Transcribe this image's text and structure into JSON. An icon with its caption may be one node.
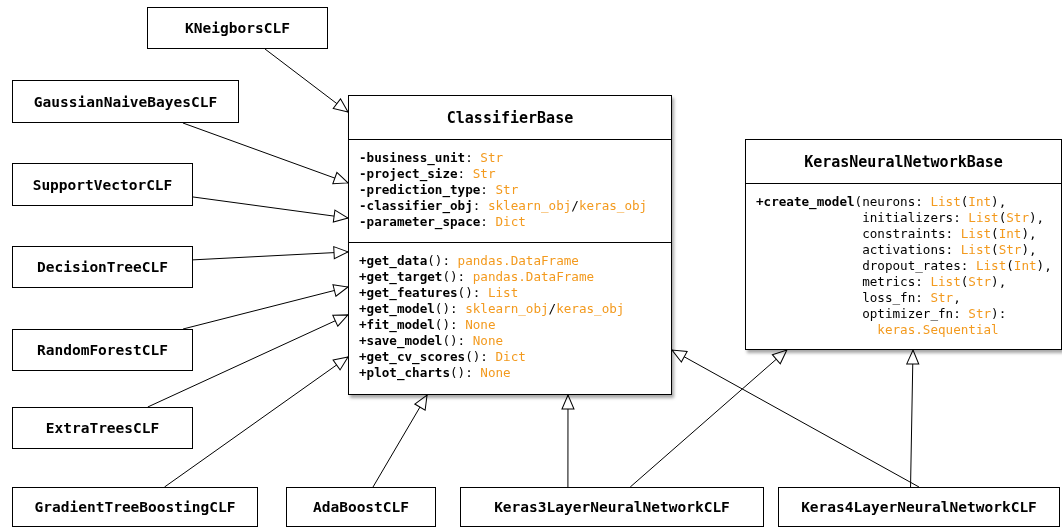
{
  "diagram": {
    "nodes": [
      {
        "text": [
          "KNeigborsCLF"
        ]
      },
      {
        "text": [
          "GaussianNaiveBayesCLF"
        ]
      },
      {
        "text": [
          "ClassifierBase",
          "-business_unit: Str",
          "-project_size: Str",
          "-prediction_type: Str",
          "-classifier_obj: sklearn_obj/keras_obj",
          "-parameter_space: Dict",
          "+get_data(): pandas.DataFrame",
          "+get_target(): pandas.DataFrame",
          "+get_features(): List",
          "+get_model(): sklearn_obj/keras_obj",
          "+fit_model(): None",
          "+save_model(): None",
          "+get_cv_scores(): Dict",
          "+plot_charts(): None"
        ]
      },
      {
        "text": [
          "SupportVectorCLF"
        ]
      },
      {
        "text": [
          "KerasNeuralNetworkBase",
          "+create_model(neurons: List(Int),",
          "initializers: List(Str),",
          "constraints: List(Int),",
          "activations: List(Str),",
          "dropout_rates: List(Int),",
          "metrics: List(Str),",
          "loss_fn: Str,",
          "optimizer_fn: Str):",
          "keras.Sequential"
        ]
      },
      {
        "text": [
          "DecisionTreeCLF"
        ]
      },
      {
        "text": [
          "RandomForestCLF"
        ]
      },
      {
        "text": [
          "ExtraTreesCLF"
        ]
      },
      {
        "text": [
          "GradientTreeBoostingCLF"
        ]
      },
      {
        "text": [
          "AdaBoostCLF"
        ]
      },
      {
        "text": [
          "Keras3LayerNeuralNetworkCLF"
        ]
      },
      {
        "text": [
          "Keras4LayerNeuralNetworkCLF"
        ]
      }
    ],
    "edges": [
      {
        "from": 0,
        "to": 2,
        "arrow": "to"
      },
      {
        "from": 1,
        "to": 2,
        "arrow": "to"
      },
      {
        "from": 3,
        "to": 2,
        "arrow": "to"
      },
      {
        "from": 5,
        "to": 2,
        "arrow": "to"
      },
      {
        "from": 6,
        "to": 2,
        "arrow": "to"
      },
      {
        "from": 7,
        "to": 2,
        "arrow": "to"
      },
      {
        "from": 8,
        "to": 2,
        "arrow": "to"
      },
      {
        "from": 9,
        "to": 2,
        "arrow": "to"
      },
      {
        "from": 10,
        "to": 2,
        "arrow": "to"
      },
      {
        "from": 10,
        "to": 4,
        "arrow": "to"
      },
      {
        "from": 11,
        "to": 2,
        "arrow": "to"
      },
      {
        "from": 11,
        "to": 4,
        "arrow": "to"
      }
    ]
  }
}
